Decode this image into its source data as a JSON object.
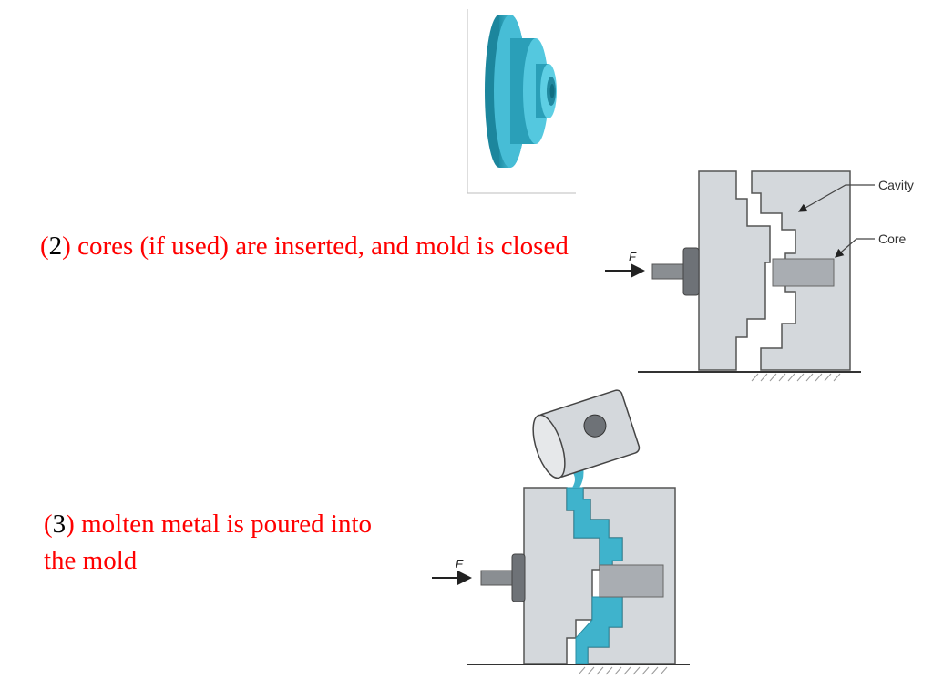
{
  "step2": {
    "number": "2",
    "text": "cores (if used) are inserted, and mold is closed"
  },
  "step3": {
    "number": "3",
    "text": "molten metal is poured into the mold"
  },
  "diagram": {
    "cavity_label": "Cavity",
    "core_label": "Core",
    "force_label": "F"
  },
  "colors": {
    "caption_text": "#ff0000",
    "mold_fill": "#d4d8dc",
    "core_fill": "#a9adb2",
    "molten_metal": "#3fb3cc",
    "part_color": "#3aafc8"
  }
}
